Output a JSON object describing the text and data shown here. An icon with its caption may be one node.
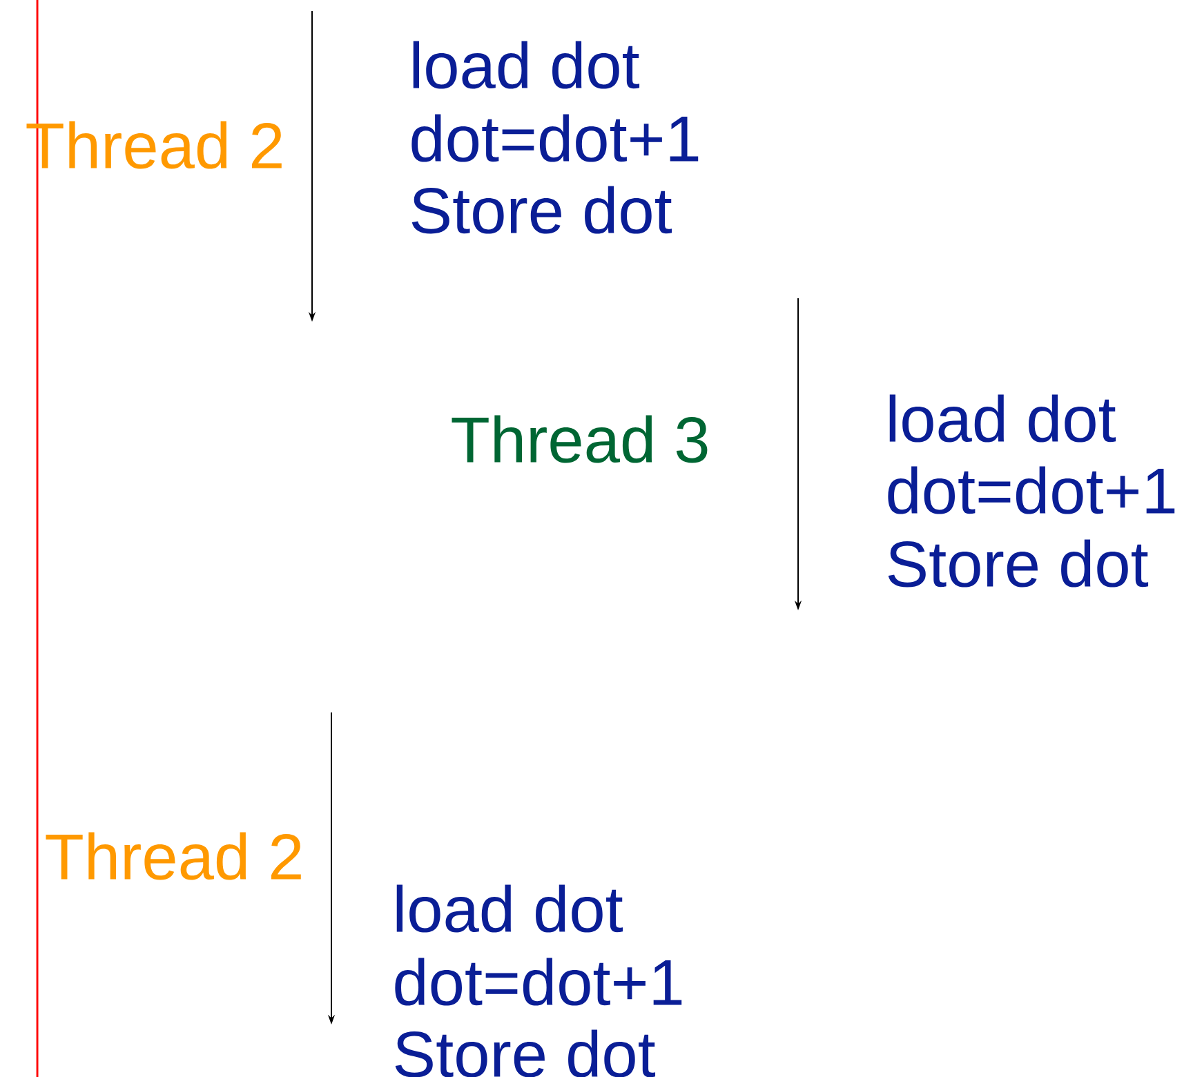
{
  "diagram": {
    "labels": [
      "Thread 2",
      "load dot",
      "dot=dot+1",
      "Store dot",
      "Thread 3",
      "load dot",
      "dot=dot+1",
      "Store dot",
      "Thread 2",
      "load dot",
      "dot=dot+1",
      "Store dot"
    ]
  }
}
